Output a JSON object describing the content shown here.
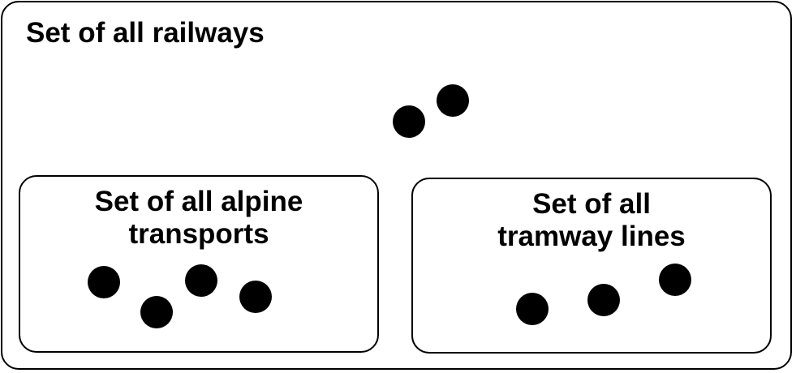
{
  "diagram": {
    "outer_set": {
      "label": "Set of all railways"
    },
    "subsets": [
      {
        "label_lines": [
          "Set of all alpine",
          "transports"
        ],
        "member_count": 4
      },
      {
        "label_lines": [
          "Set of all",
          "tramway lines"
        ],
        "member_count": 3
      }
    ],
    "loose_member_count": 2,
    "colors": {
      "line": "#000000",
      "dot": "#000000",
      "background": "#ffffff"
    }
  }
}
